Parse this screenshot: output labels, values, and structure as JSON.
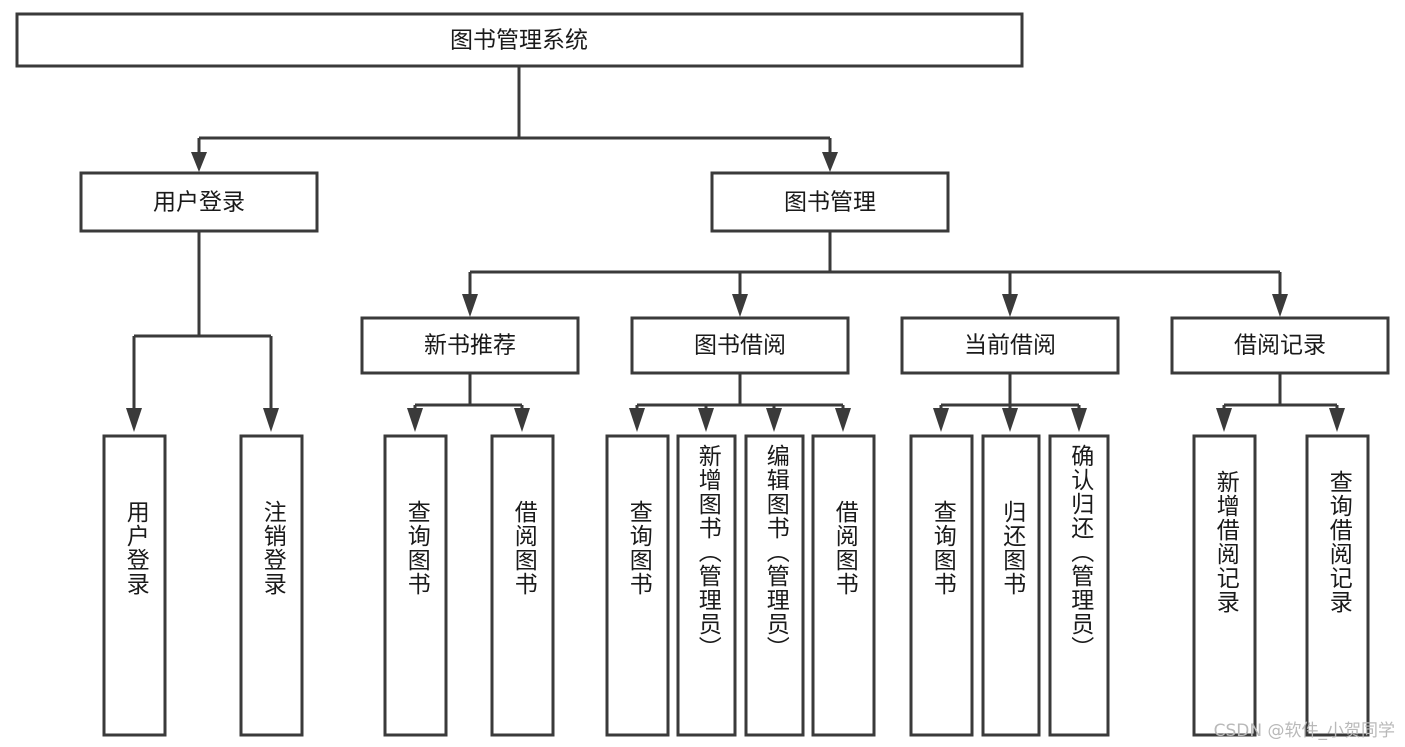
{
  "diagram": {
    "type": "tree-hierarchy",
    "title": "图书管理系统",
    "watermark": "CSDN @软件_小贺同学",
    "colors": {
      "stroke": "#3a3a3a",
      "fill": "#ffffff",
      "text": "#1a1a1a",
      "watermark": "#b9b9b9",
      "background": "#ffffff"
    },
    "root": {
      "label": "图书管理系统"
    },
    "level2": [
      {
        "label": "用户登录"
      },
      {
        "label": "图书管理"
      }
    ],
    "level3": [
      {
        "label": "新书推荐"
      },
      {
        "label": "图书借阅"
      },
      {
        "label": "当前借阅"
      },
      {
        "label": "借阅记录"
      }
    ],
    "leaves": {
      "user_login": [
        {
          "label": "用户登录"
        },
        {
          "label": "注销登录"
        }
      ],
      "new_book_recommend": [
        {
          "label": "查询图书"
        },
        {
          "label": "借阅图书"
        }
      ],
      "book_borrow": [
        {
          "label": "查询图书"
        },
        {
          "label": "新增图书（管理员）"
        },
        {
          "label": "编辑图书（管理员）"
        },
        {
          "label": "借阅图书"
        }
      ],
      "current_borrow": [
        {
          "label": "查询图书"
        },
        {
          "label": "归还图书"
        },
        {
          "label": "确认归还（管理员）"
        }
      ],
      "borrow_record": [
        {
          "label": "新增借阅记录"
        },
        {
          "label": "查询借阅记录"
        }
      ]
    }
  }
}
